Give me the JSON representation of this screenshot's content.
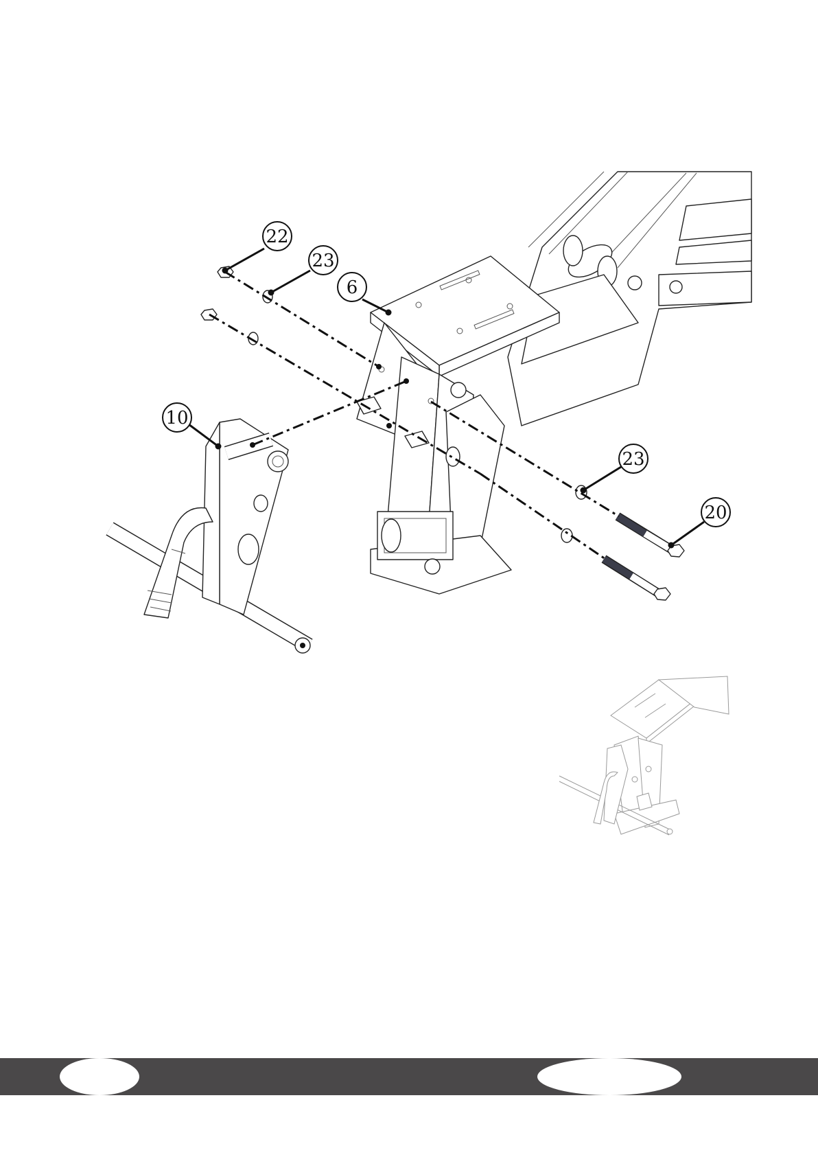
{
  "callouts": [
    {
      "label": "22"
    },
    {
      "label": "23"
    },
    {
      "label": "6"
    },
    {
      "label": "10"
    },
    {
      "label": "23"
    },
    {
      "label": "20"
    }
  ],
  "colors": {
    "footer_band": "#4a4849",
    "bolt_shaft": "#3b3d4a",
    "line": "#111111"
  }
}
